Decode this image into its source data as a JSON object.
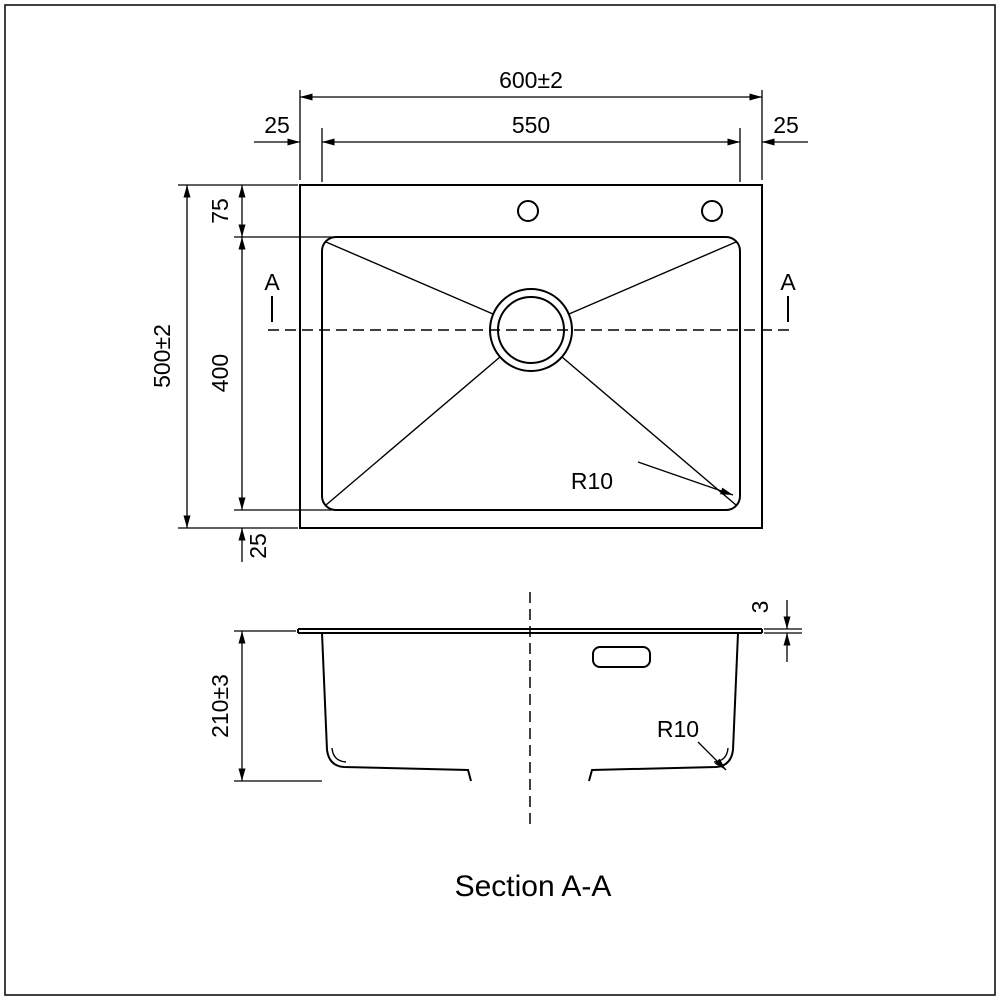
{
  "drawing": {
    "top_view": {
      "overall_width": "600±2",
      "inner_width": "550",
      "left_margin": "25",
      "right_margin": "25",
      "overall_height": "500±2",
      "top_margin": "75",
      "bowl_height": "400",
      "bottom_margin": "25",
      "section_marker_left": "A",
      "section_marker_right": "A",
      "corner_radius": "R10"
    },
    "section_view": {
      "depth": "210±3",
      "rim_height": "3",
      "corner_radius": "R10"
    },
    "caption": "Section A-A",
    "colors": {
      "line": "#000000",
      "background": "#ffffff"
    }
  }
}
